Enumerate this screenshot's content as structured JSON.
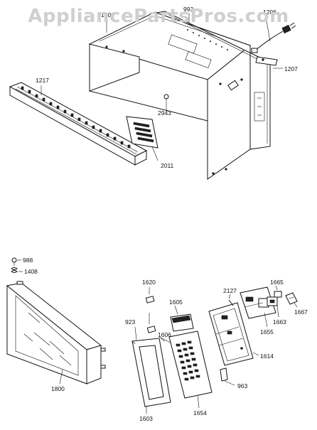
{
  "watermark": "AppliancePartsPros.com",
  "labels": {
    "p1200": "1200",
    "p993": "993",
    "p1206": "1206",
    "p1207": "1207",
    "p1217": "1217",
    "p2943": "2943",
    "p2011": "2011",
    "p988": "988",
    "p1408": "1408",
    "p1800": "1800",
    "p1620": "1620",
    "p923": "923",
    "p1606": "1606",
    "p1605": "1605",
    "p1603": "1603",
    "p1654": "1654",
    "p2127": "2127",
    "p1614": "1614",
    "p963": "963",
    "p1665": "1665",
    "p1667": "1667",
    "p1663": "1663",
    "p1655": "1655"
  }
}
